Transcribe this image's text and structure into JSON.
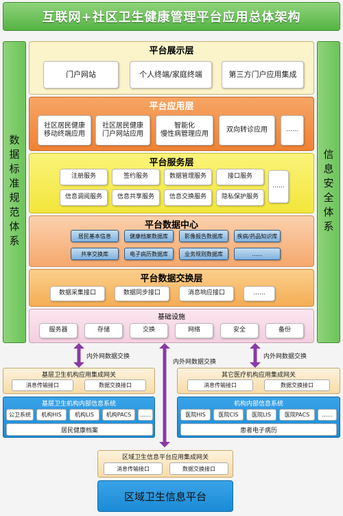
{
  "title": "互联网+社区卫生健康管理平台应用总体架构",
  "left_side": "数据标准规范体系",
  "right_side": "信息安全体系",
  "presentation": {
    "title": "平台展示层",
    "items": [
      "门户网站",
      "个人终端/家庭终端",
      "第三方门户应用集成"
    ]
  },
  "application": {
    "title": "平台应用层",
    "items": [
      "社区居民健康\n移动终端应用",
      "社区居民健康\n门户网站应用",
      "智能化\n慢性病管理应用",
      "双向转诊应用",
      "......"
    ]
  },
  "service": {
    "title": "平台服务层",
    "items": [
      "注册服务",
      "签约服务",
      "数据管理服务",
      "接口服务",
      "信息调阅服务",
      "信息共享服务",
      "信息交换服务",
      "隐私保护服务"
    ],
    "more": "......"
  },
  "data_center": {
    "title": "平台数据中心",
    "items": [
      "居民基本信息",
      "健康档案数据库",
      "影像报告数据库",
      "疾病/药品知识库",
      "共享交换库",
      "电子病历数据库",
      "业务规则数据库",
      "......"
    ]
  },
  "exchange": {
    "title": "平台数据交换层",
    "items": [
      "数据采集接口",
      "数据同步接口",
      "消息响应接口",
      "......"
    ]
  },
  "infrastructure": {
    "title": "基础设施",
    "items": [
      "服务器",
      "存储",
      "交换",
      "网络",
      "安全",
      "备份"
    ]
  },
  "arrows": {
    "left": "内外网数据交换",
    "center": "内外网数据交换",
    "right": "内外网数据交换"
  },
  "left_gateway": {
    "title": "基层卫生机构应用集成网关",
    "items": [
      "消息传输接口",
      "数据交换接口"
    ]
  },
  "left_internal": {
    "title": "基层卫生机构内部信息系统",
    "items": [
      "公卫系统",
      "机构HIS",
      "机构LIS",
      "机构PACS",
      "......"
    ],
    "footer": "居民健康档案"
  },
  "right_gateway": {
    "title": "其它医疗机构应用集成网关",
    "items": [
      "消息传输接口",
      "数据交换接口"
    ]
  },
  "right_internal": {
    "title": "机构内部信息系统",
    "items": [
      "医院HIS",
      "医院CIS",
      "医院LIS",
      "医院PACS",
      "......"
    ],
    "footer": "患者电子病历"
  },
  "regional_gateway": {
    "title": "区域卫生信息平台应用集成网关",
    "items": [
      "消息传输接口",
      "数据交换接口"
    ]
  },
  "regional_platform": "区域卫生信息平台",
  "colors": {
    "green": "#6cc45a",
    "presentation_bg": "#fbf3c9",
    "application_bg": "#f08a3c",
    "service_bg": "#f7ec3a",
    "data_center_bg": "#f8b98a",
    "exchange_bg": "#f6b96a",
    "infrastructure_bg": "#f6d8e6",
    "arrow": "#8a3aa6",
    "blue": "#1a8bd6"
  }
}
